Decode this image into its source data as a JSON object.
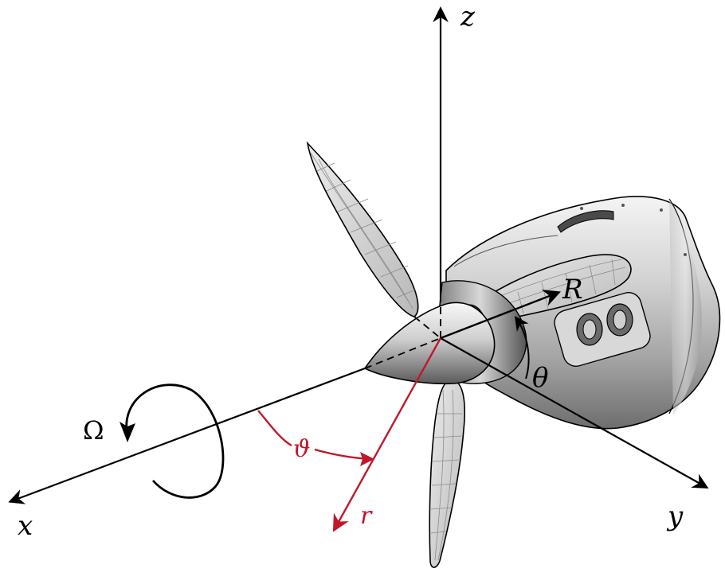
{
  "labels": {
    "z": "z",
    "x": "x",
    "y": "y",
    "R": "R",
    "theta": "θ",
    "vartheta": "ϑ",
    "r": "r",
    "Omega": "Ω"
  },
  "colors": {
    "axis": "#000000",
    "radial": "#c0182a",
    "nacelle_light": "#e4e4e4",
    "nacelle_dark": "#8a8a8a",
    "blade": "#dcdcdc",
    "blade_grid": "#8c8c8c"
  }
}
